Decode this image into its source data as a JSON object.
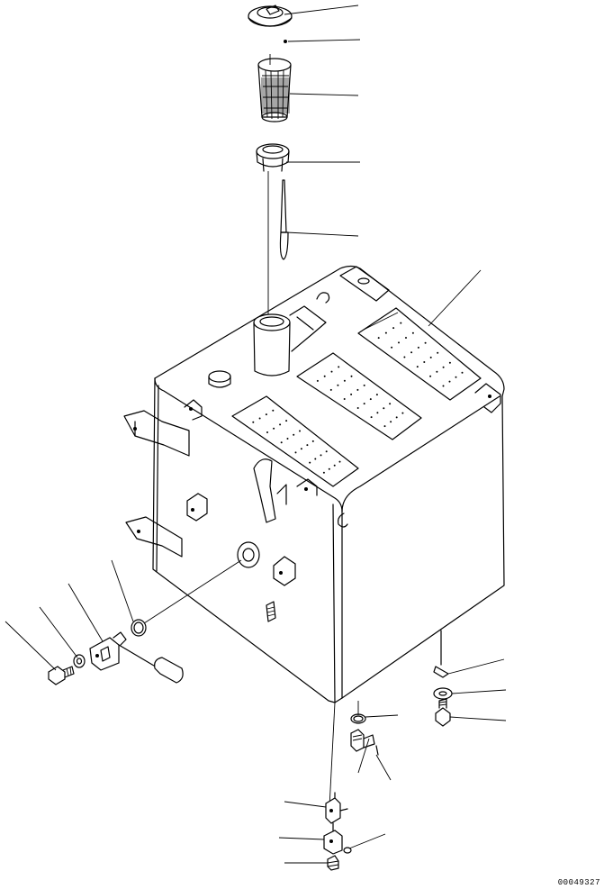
{
  "drawing_id": "00049327",
  "parts": [
    {
      "id": "fuel-cap",
      "callout": ""
    },
    {
      "id": "cap-pin",
      "callout": ""
    },
    {
      "id": "strainer",
      "callout": ""
    },
    {
      "id": "filler-neck-ring",
      "callout": ""
    },
    {
      "id": "level-gauge-rod",
      "callout": ""
    },
    {
      "id": "fuel-tank",
      "callout": ""
    },
    {
      "id": "level-sensor-oring",
      "callout": ""
    },
    {
      "id": "level-sensor",
      "callout": ""
    },
    {
      "id": "washer-left",
      "callout": ""
    },
    {
      "id": "bolt-left",
      "callout": ""
    },
    {
      "id": "bracket-clip",
      "callout": ""
    },
    {
      "id": "washer-right",
      "callout": ""
    },
    {
      "id": "bolt-right",
      "callout": ""
    },
    {
      "id": "drain-oring",
      "callout": ""
    },
    {
      "id": "drain-elbow",
      "callout": ""
    },
    {
      "id": "drain-valve",
      "callout": ""
    },
    {
      "id": "drain-tee",
      "callout": ""
    },
    {
      "id": "drain-plug",
      "callout": ""
    },
    {
      "id": "drain-seal",
      "callout": ""
    }
  ]
}
